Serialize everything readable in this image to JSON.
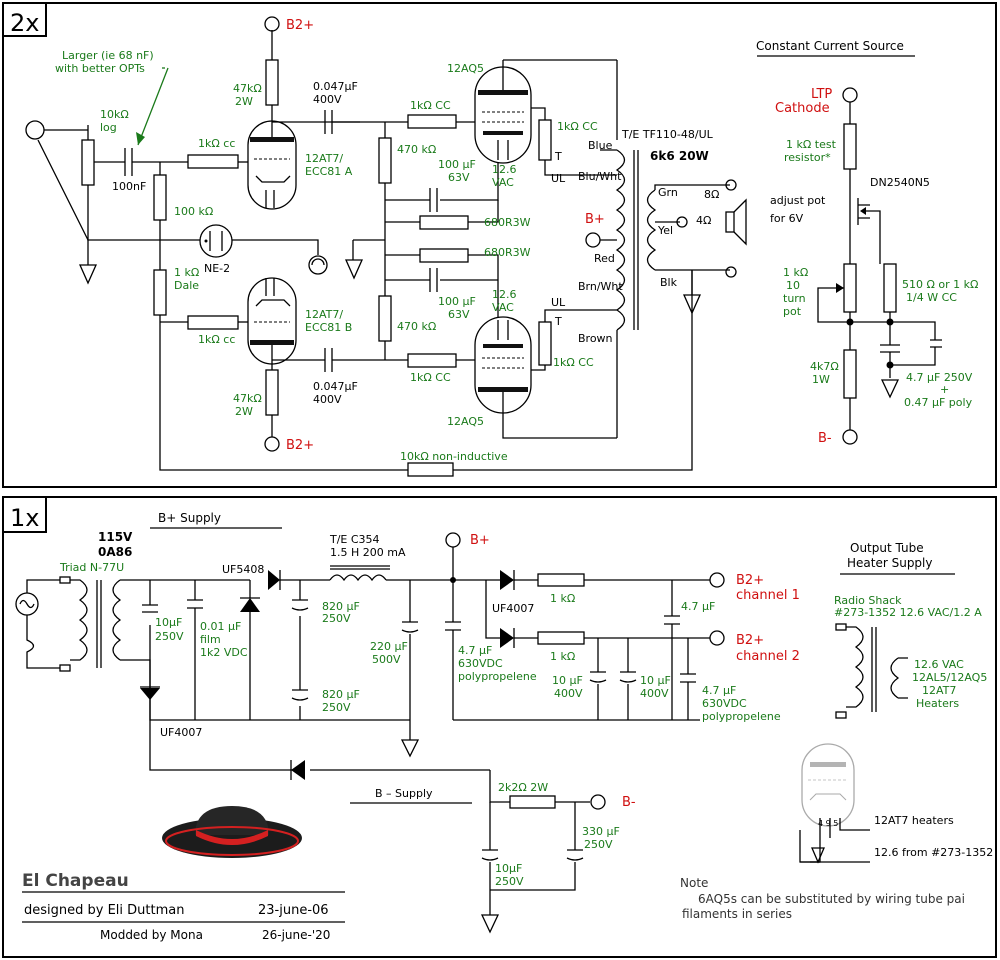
{
  "panels": {
    "top_tag": "2x",
    "bottom_tag": "1x"
  },
  "amp": {
    "opt_note_1": "Larger (ie 68 nF)",
    "opt_note_2": "with better OPTs",
    "pot_1": "10kΩ",
    "pot_2": "log",
    "cap_in": "100nF",
    "r_grid_a": "1kΩ cc",
    "r_grid_b": "1kΩ cc",
    "r_100k": "100 kΩ",
    "r_dale_1": "1 kΩ",
    "r_dale_2": "Dale",
    "neon": "NE-2",
    "r_plate_a_1": "47kΩ",
    "r_plate_a_2": "2W",
    "r_plate_b_1": "47kΩ",
    "r_plate_b_2": "2W",
    "b2_top": "B2+",
    "b2_bottom": "B2+",
    "tube_a_1": "12AT7/",
    "tube_a_2": "ECC81 A",
    "tube_b_1": "12AT7/",
    "tube_b_2": "ECC81 B",
    "cap_c_top_1": "0.047µF",
    "cap_c_top_2": "400V",
    "cap_c_bot_1": "0.047µF",
    "cap_c_bot_2": "400V",
    "r_470_top": "470 kΩ",
    "r_470_bot": "470 kΩ",
    "r_gs_top": "1kΩ CC",
    "r_gs_bot": "1kΩ CC",
    "cap_k_top_1": "100 µF",
    "cap_k_top_2": "63V",
    "cap_k_bot_1": "100 µF",
    "cap_k_bot_2": "63V",
    "r_680_top": "680R3W",
    "r_680_bot": "680R3W",
    "out_top": "12AQ5",
    "out_bot": "12AQ5",
    "vac_top_1": "12.6",
    "vac_top_2": "VAC",
    "vac_bot_1": "12.6",
    "vac_bot_2": "VAC",
    "r_ul_top": "1kΩ CC",
    "r_ul_bot": "1kΩ CC",
    "ul_top": "UL",
    "t_top": "T",
    "ul_bot": "UL",
    "t_bot": "T",
    "xfmr_1": "T/E TF110-48/UL",
    "xfmr_2": "6k6 20W",
    "w_blue": "Blue",
    "w_bluwht": "Blu/Wht",
    "w_bplus": "B+",
    "w_red": "Red",
    "w_brnwht": "Brn/Wht",
    "w_brown": "Brown",
    "w_grn": "Grn",
    "w_yel": "Yel",
    "w_blk": "Blk",
    "tap_8": "8Ω",
    "tap_4": "4Ω",
    "fb": "10kΩ non-inductive"
  },
  "ccs": {
    "title": "Constant Current Source",
    "ltp_1": "LTP",
    "ltp_2": "Cathode",
    "test_1": "1 kΩ test",
    "test_2": "resistor*",
    "fet": "DN2540N5",
    "adj_1": "adjust pot",
    "adj_2": "for 6V",
    "pot_1": "1 kΩ",
    "pot_2": "10",
    "pot_3": "turn",
    "pot_4": "pot",
    "r510_1": "510 Ω or 1 kΩ",
    "r510_2": "1/4 W CC",
    "r4k7_1": "4k7Ω",
    "r4k7_2": "1W",
    "cap_1": "4.7 µF 250V",
    "cap_2": "+",
    "cap_3": "0.47 µF poly",
    "bminus": "B-"
  },
  "psu": {
    "bplus_title": "B+ Supply",
    "bminus_title": "B – Supply",
    "mains_1": "115V",
    "mains_2": "0A86",
    "triad": "Triad N-77U",
    "uf5408": "UF5408",
    "uf4007_a": "UF4007",
    "uf4007_b": "UF4007",
    "c10_1": "10µF",
    "c10_2": "250V",
    "cfilm_1": "0.01 µF",
    "cfilm_2": "film",
    "cfilm_3": "1k2 VDC",
    "c820a_1": "820 µF",
    "c820a_2": "250V",
    "c820b_1": "820 µF",
    "c820b_2": "250V",
    "choke_1": "T/E C354",
    "choke_2": "1.5 H 200 mA",
    "c220_1": "220 µF",
    "c220_2": "500V",
    "c47a_1": "4.7 µF",
    "c47a_2": "630VDC",
    "c47a_3": "polypropelene",
    "bplus": "B+",
    "r1k_a": "1 kΩ",
    "r1k_b": "1 kΩ",
    "c47b": "4.7 µF",
    "c10c_1": "10 µF",
    "c10c_2": "400V",
    "c10d_1": "10 µF",
    "c10d_2": "400V",
    "c47c_1": "4.7 µF",
    "c47c_2": "630VDC",
    "c47c_3": "polypropelene",
    "out1_1": "B2+",
    "out1_2": "channel 1",
    "out2_1": "B2+",
    "out2_2": "channel 2",
    "r2k2": "2k2Ω 2W",
    "c330_1": "330 µF",
    "c330_2": "250V",
    "c10e_1": "10µF",
    "c10e_2": "250V",
    "bminus": "B-"
  },
  "heater": {
    "title_1": "Output Tube",
    "title_2": "Heater Supply",
    "rs_1": "Radio Shack",
    "rs_2": "#273-1352 12.6 VAC/1.2 A",
    "out_1": "12.6 VAC",
    "out_2": "12AL5/12AQ5",
    "out_3": "12AT7",
    "out_4": "Heaters",
    "at7_1": "12AT7 heaters",
    "at7_2": "12.6  from  #273-1352"
  },
  "footer": {
    "title": "El Chapeau",
    "designer": "designed by Eli Duttman",
    "date_1": "23-june-06",
    "mod": "Modded by Mona",
    "date_2": "26-june-'20",
    "note_1": "Note",
    "note_2": "6AQ5s can be substituted by wiring tube pai",
    "note_3": "filaments in series"
  },
  "colors": {
    "label_green": "#1a7a1a",
    "label_red": "#d01010",
    "ink": "#000000",
    "hat_black": "#1c1c1c",
    "hat_band": "#d42020"
  }
}
